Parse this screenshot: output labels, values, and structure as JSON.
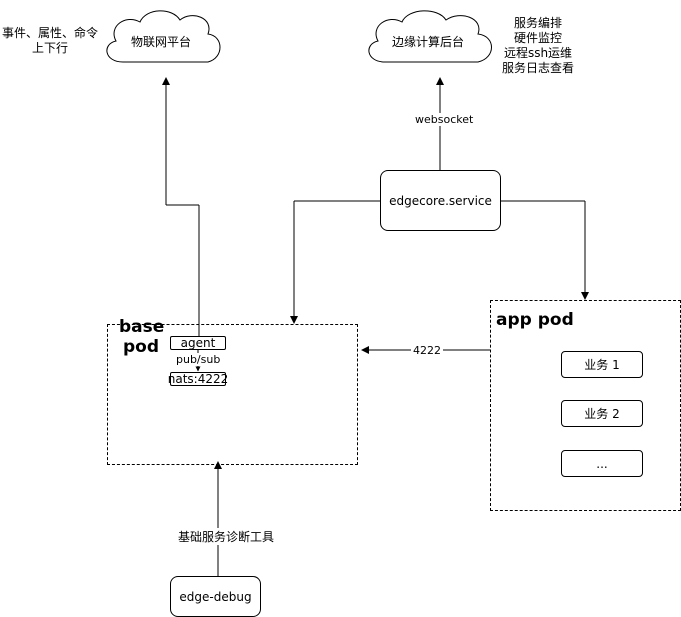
{
  "clouds": {
    "iot_platform": "物联网平台",
    "edge_backend": "边缘计算后台"
  },
  "notes": {
    "iot_lines": [
      "事件、属性、命令",
      "上下行"
    ],
    "backend_lines": [
      "服务编排",
      "硬件监控",
      "远程ssh运维",
      "服务日志查看"
    ]
  },
  "edgecore": {
    "label": "edgecore.service"
  },
  "base_pod": {
    "title_lines": [
      "base",
      "pod"
    ],
    "agent": "agent",
    "pubsub": "pub/sub",
    "nats": "nats:4222"
  },
  "app_pod": {
    "title": "app pod",
    "services": [
      "业务 1",
      "业务 2",
      "..."
    ]
  },
  "edge_debug": {
    "label": "edge-debug"
  },
  "edge_labels": {
    "websocket": "websocket",
    "port": "4222",
    "diag_tool": "基础服务诊断工具"
  }
}
